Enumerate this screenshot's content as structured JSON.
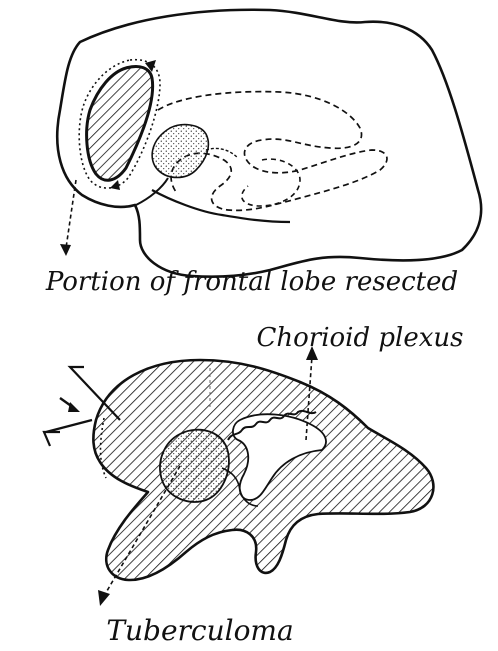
{
  "labels": {
    "frontal_lobe": "Portion of frontal lobe resected",
    "choroid_plexus": "Chorioid plexus",
    "tuberculoma": "Tuberculoma"
  },
  "colors": {
    "ink": "#111111",
    "paper": "#ffffff",
    "stipple": "#444444"
  }
}
